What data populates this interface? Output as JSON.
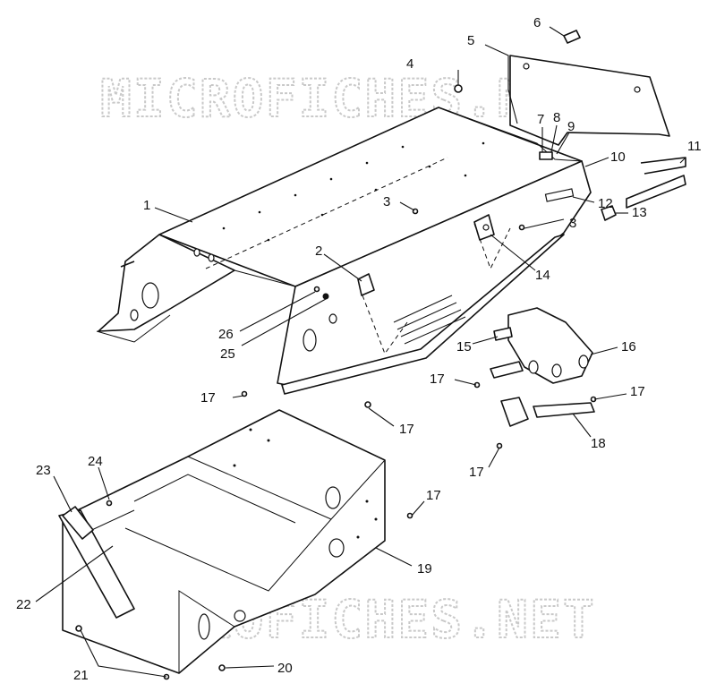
{
  "watermark": {
    "top": "MICROFICHES.NET",
    "bottom": "MICROFICHES.NET"
  },
  "callouts": [
    "1",
    "2",
    "3",
    "3",
    "4",
    "5",
    "6",
    "7",
    "8",
    "9",
    "10",
    "11",
    "12",
    "13",
    "14",
    "15",
    "16",
    "17",
    "17",
    "17",
    "17",
    "17",
    "17",
    "18",
    "19",
    "20",
    "21",
    "22",
    "23",
    "24",
    "25",
    "26"
  ]
}
